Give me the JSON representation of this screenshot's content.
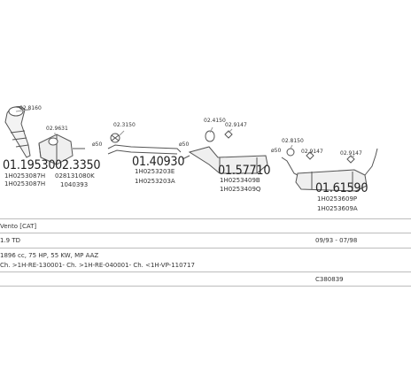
{
  "parts": {
    "p1": {
      "number": "01.19530",
      "ref1": "1H0253087H",
      "ref2": "1H0253087H"
    },
    "p2": {
      "number": "02.3350",
      "ref1": "028131080K",
      "ref2": "1040393"
    },
    "p3": {
      "number": "01.40930",
      "ref1": "1H0253203E",
      "ref2": "1H0253203A"
    },
    "p4": {
      "number": "01.57710",
      "ref1": "1H0253409B",
      "ref2": "1H0253409Q"
    },
    "p5": {
      "number": "01.61590",
      "ref1": "1H0253609P",
      "ref2": "1H0253609A"
    }
  },
  "accessories": {
    "a1": "02.8160",
    "a2": "02.9631",
    "a3": "02.3150",
    "a4": "02.4150",
    "a5": "02.9147",
    "a6": "02.8150",
    "a7": "02.9147",
    "a8": "02.9147"
  },
  "pipe_sizes": {
    "d1": "ø50",
    "d2": "ø50",
    "d3": "ø50"
  },
  "info": {
    "model": "Vento [CAT]",
    "engine": "1.9 TD",
    "date_range": "09/93 - 07/98",
    "spec": "1896 cc, 75 HP, 55 KW, MP AAZ",
    "chassis": "Ch. >1H-RE-130001- Ch. >1H-RE-040001- Ch. <1H-VP-110717",
    "code": "C380839"
  }
}
